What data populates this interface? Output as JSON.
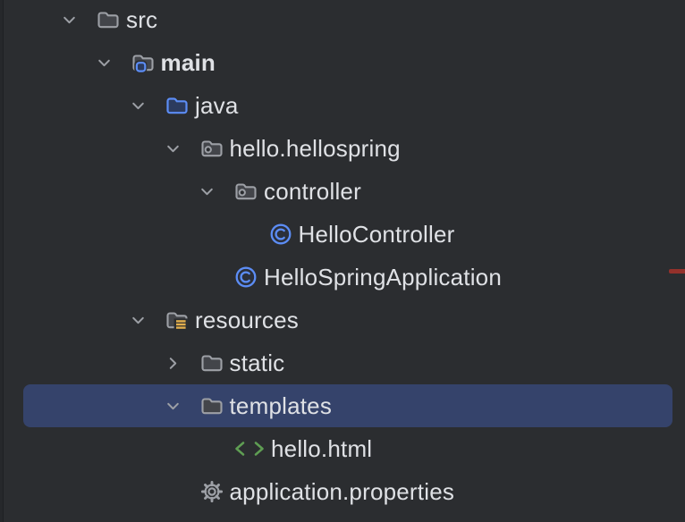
{
  "panel": {
    "name": "Project tree (IDE file explorer)"
  },
  "colors": {
    "bg": "#2b2d30",
    "left_strip": "#26282b",
    "left_strip_line": "#1f2124",
    "selection": "#35436b",
    "text": "#dfe1e5",
    "icon_gray": "#9da0a6",
    "folder_fill": "#43454a",
    "blue": "#5c8df5",
    "blue_fill": "#2c3b5e",
    "class_fill": "#2b2f3a",
    "yellow": "#e2af4d",
    "green": "#5f9e53",
    "squiggle": "#a95247",
    "error_mark": "#94312b"
  },
  "tree": {
    "selected_item": "templates",
    "items": [
      {
        "label": "src",
        "level": 0,
        "icon": "folder",
        "chevron": "down",
        "squiggle": true,
        "selected": false,
        "bold": false
      },
      {
        "label": "main",
        "level": 1,
        "icon": "module-folder",
        "chevron": "down",
        "squiggle": true,
        "selected": false,
        "bold": true
      },
      {
        "label": "java",
        "level": 2,
        "icon": "sources-folder",
        "chevron": "down",
        "squiggle": true,
        "selected": false,
        "bold": false
      },
      {
        "label": "hello.hellospring",
        "level": 3,
        "icon": "package",
        "chevron": "down",
        "squiggle": true,
        "selected": false,
        "bold": false
      },
      {
        "label": "controller",
        "level": 4,
        "icon": "package",
        "chevron": "down",
        "squiggle": true,
        "selected": false,
        "bold": false
      },
      {
        "label": "HelloController",
        "level": 5,
        "icon": "class",
        "chevron": null,
        "squiggle": true,
        "selected": false,
        "bold": false
      },
      {
        "label": "HelloSpringApplication",
        "level": 4,
        "icon": "class",
        "chevron": null,
        "squiggle": false,
        "selected": false,
        "bold": false
      },
      {
        "label": "resources",
        "level": 2,
        "icon": "resources-folder",
        "chevron": "down",
        "squiggle": false,
        "selected": false,
        "bold": false
      },
      {
        "label": "static",
        "level": 3,
        "icon": "folder",
        "chevron": "right",
        "squiggle": false,
        "selected": false,
        "bold": false
      },
      {
        "label": "templates",
        "level": 3,
        "icon": "folder",
        "chevron": "down",
        "squiggle": false,
        "selected": true,
        "bold": false
      },
      {
        "label": "hello.html",
        "level": 4,
        "icon": "html-file",
        "chevron": null,
        "squiggle": false,
        "selected": false,
        "bold": false
      },
      {
        "label": "application.properties",
        "level": 3,
        "icon": "gear-properties",
        "chevron": null,
        "squiggle": false,
        "selected": false,
        "bold": false
      }
    ]
  },
  "error_stripe": {
    "mark_color": "#94312b",
    "row": "HelloSpringApplication"
  }
}
